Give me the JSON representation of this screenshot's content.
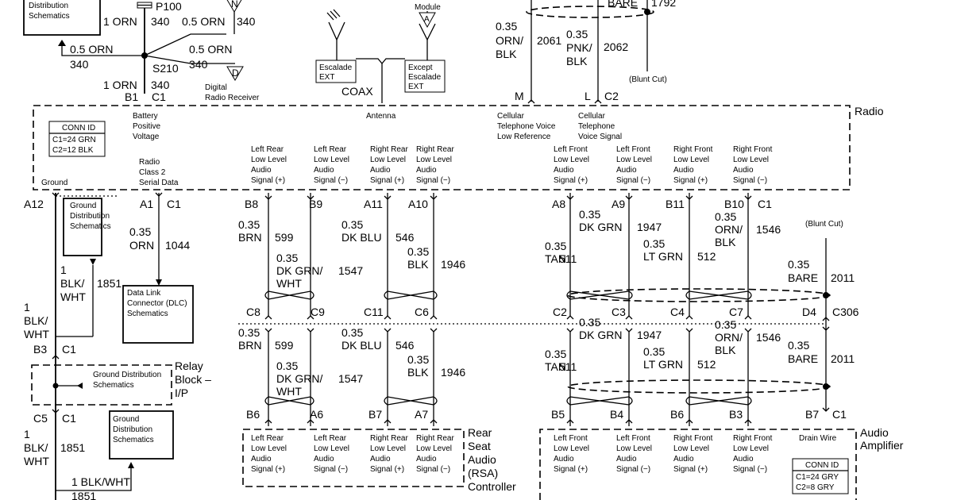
{
  "title_module": "Radio",
  "conn_radio": {
    "title": "CONN ID",
    "l1": "C1=24 GRN",
    "l2": "C2=12 BLK"
  },
  "conn_amp": {
    "title": "CONN ID",
    "l1": "C1=24 GRY",
    "l2": "C2=8 GRY"
  },
  "top": {
    "pds_box": [
      "Distribution",
      "Schematics"
    ],
    "p100": "P100",
    "w_1orn": "1 ORN",
    "n340": "340",
    "w_05orn": "0.5 ORN",
    "s210": "S210",
    "b1": "B1",
    "c1": "C1",
    "drr": [
      "Digital",
      "Radio Receiver"
    ],
    "module": "Module",
    "escalade": [
      "Escalade",
      "EXT"
    ],
    "except": [
      "Except",
      "Escalade",
      "EXT"
    ],
    "coax": "COAX",
    "w035": "0.35",
    "orn": "ORN/",
    "blk": "BLK",
    "pnk": "PNK/",
    "c2061": "2061",
    "c2062": "2062",
    "bare": "BARE",
    "c1792": "1792",
    "blunt": "(Blunt Cut)",
    "m": "M",
    "l": "L",
    "c2": "C2",
    "icon_a": "A",
    "icon_n": "N",
    "icon_d": "D"
  },
  "radio_labels": {
    "bpv": [
      "Battery",
      "Positive",
      "Voltage"
    ],
    "antenna": "Antenna",
    "ctvlr": [
      "Cellular",
      "Telephone Voice",
      "Low Reference"
    ],
    "ctvs": [
      "Cellular",
      "Telephone",
      "Voice Signal"
    ],
    "rc2": [
      "Radio",
      "Class 2",
      "Serial Data"
    ],
    "ground": "Ground",
    "signals": [
      [
        "Left Rear",
        "Low Level",
        "Audio",
        "Signal (+)"
      ],
      [
        "Left Rear",
        "Low Level",
        "Audio",
        "Signal (−)"
      ],
      [
        "Right Rear",
        "Low Level",
        "Audio",
        "Signal (+)"
      ],
      [
        "Right Rear",
        "Low Level",
        "Audio",
        "Signal (−)"
      ],
      [
        "Left Front",
        "Low Level",
        "Audio",
        "Signal (+)"
      ],
      [
        "Left Front",
        "Low Level",
        "Audio",
        "Signal (−)"
      ],
      [
        "Right Front",
        "Low Level",
        "Audio",
        "Signal (+)"
      ],
      [
        "Right Front",
        "Low Level",
        "Audio",
        "Signal (−)"
      ]
    ]
  },
  "left": {
    "a12": "A12",
    "gds": [
      "Ground",
      "Distribution",
      "Schematics"
    ],
    "a1": "A1",
    "c1": "C1",
    "w035": "0.35",
    "orn": "ORN",
    "c1044": "1044",
    "dlc": [
      "Data Link",
      "Connector (DLC)",
      "Schematics"
    ],
    "one": "1",
    "blkwht": "BLK/",
    "wht": "WHT",
    "c1851": "1851",
    "b3": "B3",
    "relay": [
      "Relay",
      "Block –",
      "I/P"
    ],
    "gds2": [
      "Ground Distribution",
      "Schematics"
    ],
    "c5": "C5",
    "gds3": [
      "Ground",
      "Distribution",
      "Schematics"
    ],
    "w1blkwht": "1 BLK/WHT"
  },
  "harness": {
    "top_pins": [
      "B8",
      "B9",
      "A11",
      "A10",
      "A8",
      "A9",
      "B11",
      "B10"
    ],
    "mid_pins": [
      "C8",
      "C9",
      "C11",
      "C6",
      "C2",
      "C3",
      "C4",
      "C7"
    ],
    "rsa_pins": [
      "B6",
      "A6",
      "B7",
      "A7"
    ],
    "amp_pins": [
      "B5",
      "B4",
      "B6",
      "B3"
    ],
    "top_c1": "C1",
    "d4": "D4",
    "c306": "C306",
    "b7": "B7",
    "bot_c1": "C1",
    "wires": [
      {
        "size": "0.35",
        "color": "BRN",
        "circuit": "599"
      },
      {
        "size": "0.35",
        "color": "DK GRN/",
        "color2": "WHT",
        "circuit": "1547"
      },
      {
        "size": "0.35",
        "color": "DK BLU",
        "circuit": "546"
      },
      {
        "size": "0.35",
        "color": "BLK",
        "circuit": "1946"
      },
      {
        "size": "0.35",
        "color": "TAN",
        "circuit": "511"
      },
      {
        "size": "0.35",
        "color": "DK GRN",
        "circuit": "1947"
      },
      {
        "size": "0.35",
        "color": "LT GRN",
        "circuit": "512"
      },
      {
        "size": "0.35",
        "color": "ORN/",
        "color2": "BLK",
        "circuit": "1546"
      }
    ],
    "drain": {
      "size": "0.35",
      "color": "BARE",
      "circuit": "2011"
    },
    "blunt": "(Blunt Cut)"
  },
  "rsa": {
    "label": [
      "Rear",
      "Seat",
      "Audio",
      "(RSA)",
      "Controller"
    ]
  },
  "amp": {
    "label": [
      "Audio",
      "Amplifier"
    ],
    "drain": "Drain Wire"
  }
}
